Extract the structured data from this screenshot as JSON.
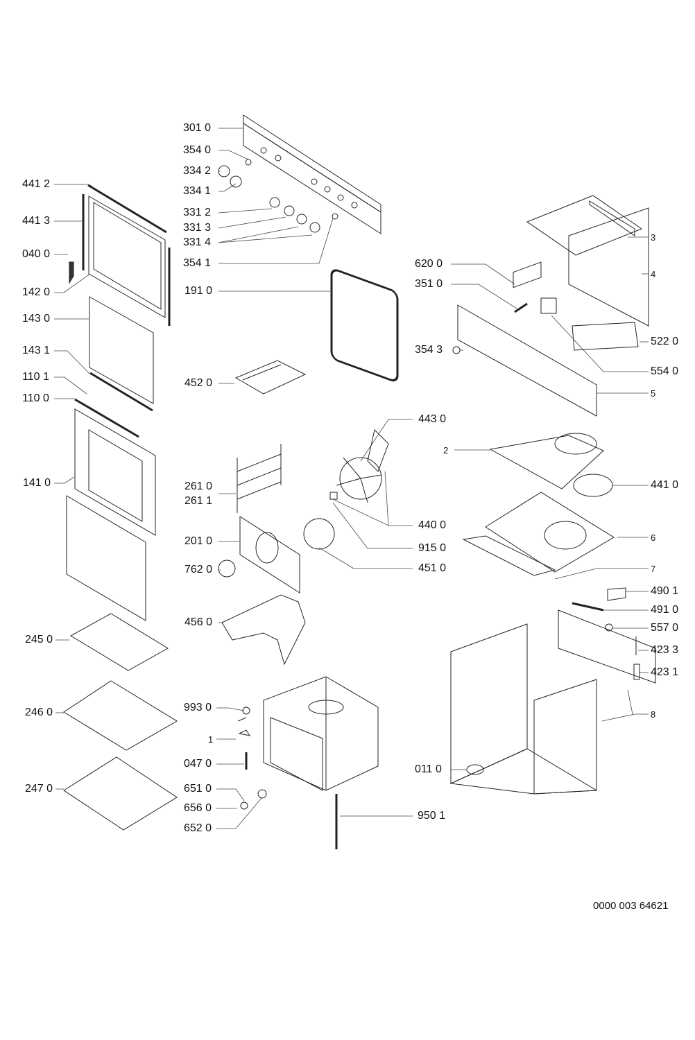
{
  "diagram": {
    "type": "exploded-parts-diagram",
    "subject": "built-in oven",
    "document_number": "0000 003 64621",
    "labels": [
      {
        "id": "l-3010",
        "text": "301 0"
      },
      {
        "id": "l-3540",
        "text": "354 0"
      },
      {
        "id": "l-3342",
        "text": "334 2"
      },
      {
        "id": "l-3341",
        "text": "334 1"
      },
      {
        "id": "l-3312",
        "text": "331 2"
      },
      {
        "id": "l-3313",
        "text": "331 3"
      },
      {
        "id": "l-3314",
        "text": "331 4"
      },
      {
        "id": "l-3541",
        "text": "354 1"
      },
      {
        "id": "l-1910",
        "text": "191 0"
      },
      {
        "id": "l-4412",
        "text": "441 2"
      },
      {
        "id": "l-4413",
        "text": "441 3"
      },
      {
        "id": "l-0400",
        "text": "040 0"
      },
      {
        "id": "l-1420",
        "text": "142 0"
      },
      {
        "id": "l-1430",
        "text": "143 0"
      },
      {
        "id": "l-1431",
        "text": "143 1"
      },
      {
        "id": "l-1101",
        "text": "110 1"
      },
      {
        "id": "l-1100",
        "text": "110 0"
      },
      {
        "id": "l-1410",
        "text": "141 0"
      },
      {
        "id": "l-4520",
        "text": "452 0"
      },
      {
        "id": "l-2610",
        "text": "261 0"
      },
      {
        "id": "l-2611",
        "text": "261 1"
      },
      {
        "id": "l-2010",
        "text": "201 0"
      },
      {
        "id": "l-7620",
        "text": "762 0"
      },
      {
        "id": "l-4560",
        "text": "456 0"
      },
      {
        "id": "l-4430",
        "text": "443 0"
      },
      {
        "id": "l-4400",
        "text": "440 0"
      },
      {
        "id": "l-9150",
        "text": "915 0"
      },
      {
        "id": "l-4510",
        "text": "451 0"
      },
      {
        "id": "l-6200",
        "text": "620 0"
      },
      {
        "id": "l-3510",
        "text": "351 0"
      },
      {
        "id": "l-3543",
        "text": "354 3"
      },
      {
        "id": "l-5220",
        "text": "522 0"
      },
      {
        "id": "l-5540",
        "text": "554 0"
      },
      {
        "id": "l-3",
        "text": "3"
      },
      {
        "id": "l-4",
        "text": "4"
      },
      {
        "id": "l-5",
        "text": "5"
      },
      {
        "id": "l-2",
        "text": "2"
      },
      {
        "id": "l-4410",
        "text": "441 0"
      },
      {
        "id": "l-6",
        "text": "6"
      },
      {
        "id": "l-7",
        "text": "7"
      },
      {
        "id": "l-4901",
        "text": "490 1"
      },
      {
        "id": "l-4910",
        "text": "491 0"
      },
      {
        "id": "l-5570",
        "text": "557 0"
      },
      {
        "id": "l-4233",
        "text": "423 3"
      },
      {
        "id": "l-4231",
        "text": "423 1"
      },
      {
        "id": "l-8",
        "text": "8"
      },
      {
        "id": "l-2450",
        "text": "245 0"
      },
      {
        "id": "l-2460",
        "text": "246 0"
      },
      {
        "id": "l-2470",
        "text": "247 0"
      },
      {
        "id": "l-9930",
        "text": "993 0"
      },
      {
        "id": "l-1",
        "text": "1"
      },
      {
        "id": "l-0470",
        "text": "047 0"
      },
      {
        "id": "l-6510",
        "text": "651 0"
      },
      {
        "id": "l-6560",
        "text": "656 0"
      },
      {
        "id": "l-6520",
        "text": "652 0"
      },
      {
        "id": "l-9501",
        "text": "950 1"
      },
      {
        "id": "l-0110",
        "text": "011 0"
      }
    ]
  }
}
